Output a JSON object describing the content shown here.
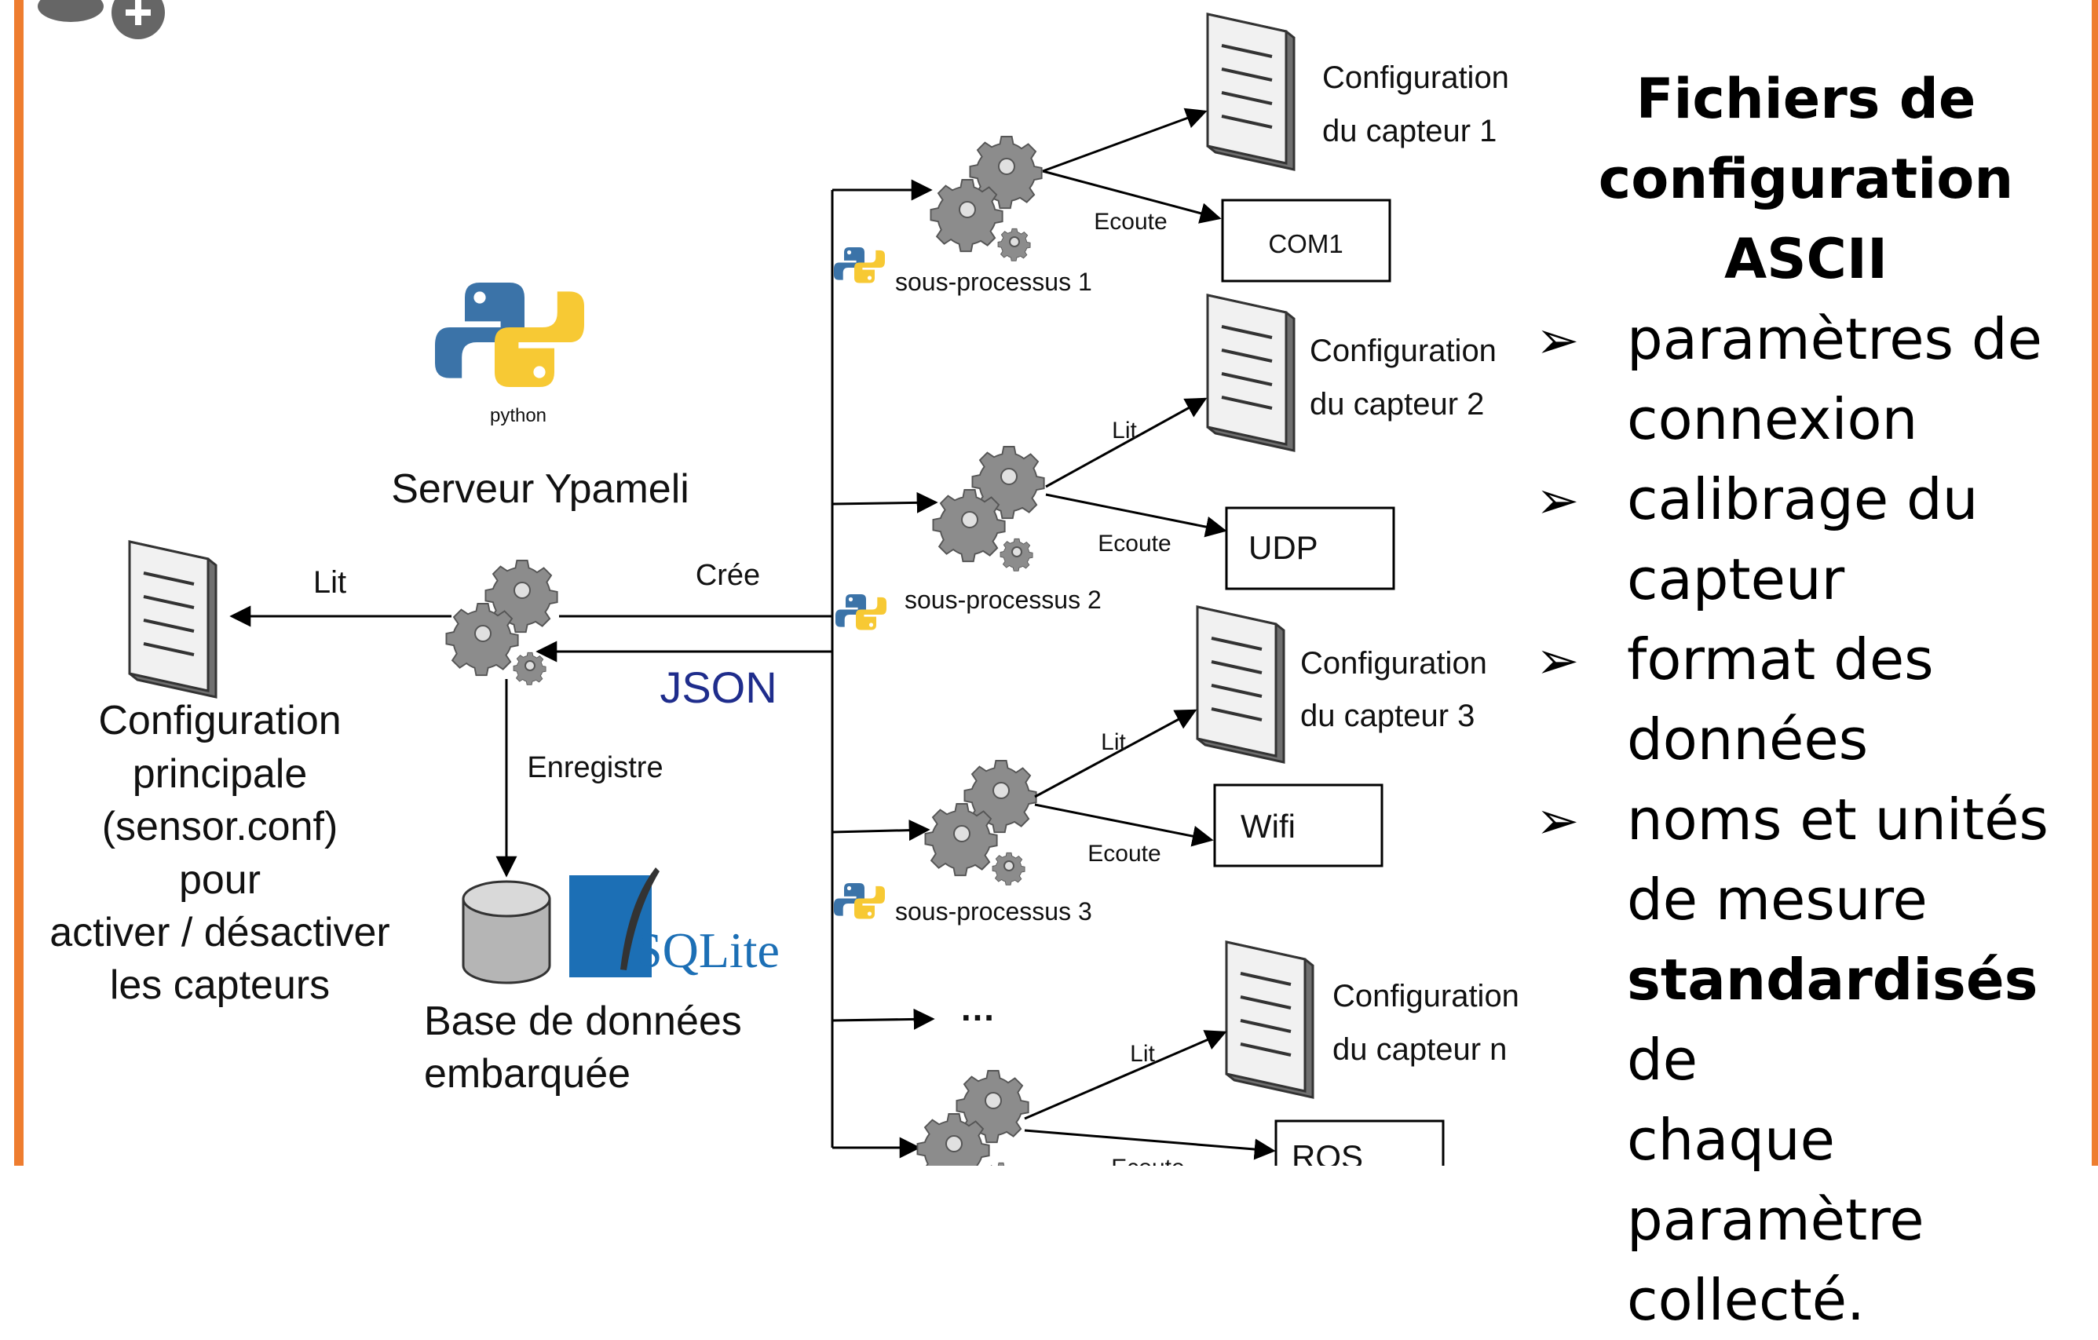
{
  "server": {
    "name": "Serveur Ypameli",
    "python_label": "python"
  },
  "main_config": {
    "lines": [
      "Configuration",
      "principale",
      "(sensor.conf)",
      "pour",
      "activer / désactiver",
      "les capteurs"
    ]
  },
  "edges": {
    "lit": "Lit",
    "cree": "Crée",
    "json": "JSON",
    "enregistre": "Enregistre",
    "ecoute": "Ecoute"
  },
  "database": {
    "lines": [
      "Base de données",
      "embarquée"
    ],
    "sqlite_logo": "SQLite"
  },
  "subprocesses": [
    {
      "label": "sous-processus 1",
      "config": [
        "Configuration",
        "du capteur 1"
      ],
      "port": "COM1"
    },
    {
      "label": "sous-processus 2",
      "config": [
        "Configuration",
        "du capteur 2"
      ],
      "port": "UDP"
    },
    {
      "label": "sous-processus 3",
      "config": [
        "Configuration",
        "du capteur 3"
      ],
      "port": "Wifi"
    },
    {
      "label": "",
      "config": [
        "Configuration",
        "du capteur n"
      ],
      "port": "ROS"
    }
  ],
  "ellipsis": "…",
  "side_panel": {
    "title": [
      "Fichiers de",
      "configuration ASCII"
    ],
    "bullets": [
      [
        "paramètres de",
        "connexion"
      ],
      [
        "calibrage  du",
        "capteur"
      ],
      [
        "format des",
        "données"
      ],
      [
        "noms et unités",
        "de mesure"
      ]
    ],
    "bold_word": "standardisés",
    "after_bold": " de",
    "tail": [
      "chaque",
      "paramètre",
      "collecté."
    ]
  },
  "colors": {
    "frame": "#ee7d2f",
    "json_text": "#1f2d8c",
    "python_blue": "#3b73a8",
    "python_yellow": "#f7c934",
    "gear": "#8c8c8c",
    "sqlite": "#1c6fb5"
  }
}
